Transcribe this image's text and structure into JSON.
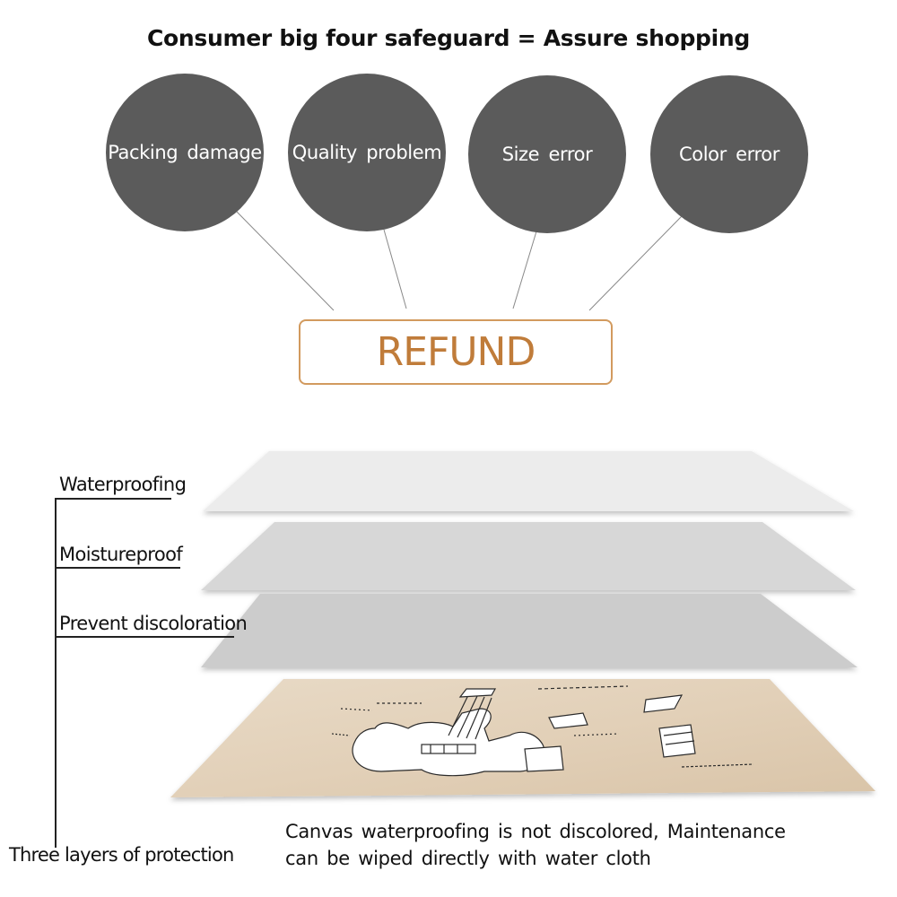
{
  "headline": "Consumer big four safeguard = Assure shopping",
  "circles": [
    {
      "label": "Packing damage"
    },
    {
      "label": "Quality problem"
    },
    {
      "label": "Size error"
    },
    {
      "label": "Color error"
    }
  ],
  "refund_label": "REFUND",
  "layers": [
    {
      "label": "Waterproofing"
    },
    {
      "label": "Moistureproof"
    },
    {
      "label": "Prevent discoloration"
    }
  ],
  "bottom_label": "Three layers of protection",
  "caption": {
    "line1": "Canvas waterproofing is not discolored, Maintenance",
    "line2": "can be wiped directly with water cloth"
  },
  "colors": {
    "circle_fill": "#5b5b5b",
    "refund_accent": "#d29a5e",
    "canvas_beige": "#e3d3bd"
  },
  "icons": {
    "canvas_art": "guitar-patent-sketch"
  }
}
